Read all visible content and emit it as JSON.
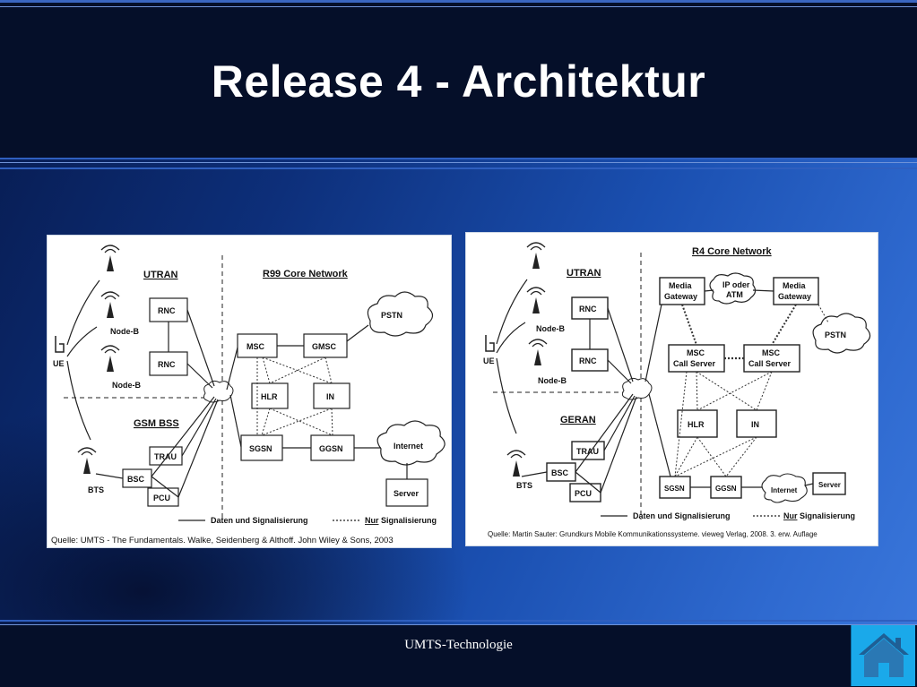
{
  "slide": {
    "title": "Release 4 - Architektur",
    "footer": "UMTS-Technologie"
  },
  "left_diagram": {
    "sections": {
      "utran": "UTRAN",
      "core": "R99 Core Network",
      "gsm": "GSM BSS"
    },
    "nodes": {
      "rnc1": "RNC",
      "rnc2": "RNC",
      "nodeb1": "Node-B",
      "nodeb2": "Node-B",
      "ue": "UE",
      "msc": "MSC",
      "gmsc": "GMSC",
      "pstn": "PSTN",
      "hlr": "HLR",
      "in": "IN",
      "sgsn": "SGSN",
      "ggsn": "GGSN",
      "internet": "Internet",
      "server": "Server",
      "trau": "TRAU",
      "bsc": "BSC",
      "pcu": "PCU",
      "bts": "BTS"
    },
    "legend": {
      "solid": "Daten und Signalisierung",
      "dotted_nur": "Nur",
      "dotted": "Signalisierung"
    },
    "caption": "Quelle: UMTS - The Fundamentals. Walke, Seidenberg & Althoff. John Wiley & Sons, 2003"
  },
  "right_diagram": {
    "sections": {
      "utran": "UTRAN",
      "core": "R4 Core Network",
      "geran": "GERAN"
    },
    "nodes": {
      "rnc1": "RNC",
      "rnc2": "RNC",
      "nodeb1": "Node-B",
      "nodeb2": "Node-B",
      "ue": "UE",
      "mgw1_l1": "Media",
      "mgw1_l2": "Gateway",
      "ipatm_l1": "IP oder",
      "ipatm_l2": "ATM",
      "mgw2_l1": "Media",
      "mgw2_l2": "Gateway",
      "mscs1_l1": "MSC",
      "mscs1_l2": "Call Server",
      "mscs2_l1": "MSC",
      "mscs2_l2": "Call Server",
      "pstn": "PSTN",
      "hlr": "HLR",
      "in": "IN",
      "sgsn": "SGSN",
      "ggsn": "GGSN",
      "internet": "Internet",
      "server": "Server",
      "trau": "TRAU",
      "bsc": "BSC",
      "pcu": "PCU",
      "bts": "BTS"
    },
    "legend": {
      "solid": "Daten und Signalisierung",
      "dotted_nur": "Nur",
      "dotted": "Signalisierung"
    },
    "caption": "Quelle: Martin Sauter: Grundkurs Mobile Kommunikationssysteme. vieweg Verlag, 2008. 3. erw. Auflage"
  },
  "icons": {
    "home": "home-icon",
    "antenna": "antenna-icon",
    "phone": "phone-icon",
    "cloud": "cloud-icon"
  },
  "colors": {
    "header_bg": "#050f29",
    "home_button": "#1aa9ea",
    "line": "#4c7fd4"
  }
}
